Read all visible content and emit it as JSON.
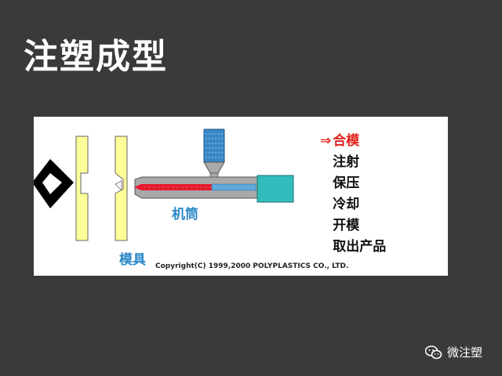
{
  "slide": {
    "title": "注塑成型"
  },
  "diagram": {
    "barrel_label": "机筒",
    "mold_label": "模具",
    "copyright": "Copyright(C) 1999,2000 POLYPLASTICS CO., LTD.",
    "active_marker": "⇒",
    "active_step_index": 0,
    "steps": [
      "合模",
      "注射",
      "保压",
      "冷却",
      "开模",
      "取出产品"
    ],
    "colors": {
      "mold": "#ffff99",
      "melt": "#e8192c",
      "barrel": "#a9a9a9",
      "screw_drive": "#33bcbc",
      "hopper": "#3a87c6",
      "label": "#2a88c8",
      "active_step": "#e0201b"
    }
  },
  "watermark": {
    "icon": "wechat-icon",
    "text": "微注塑"
  }
}
